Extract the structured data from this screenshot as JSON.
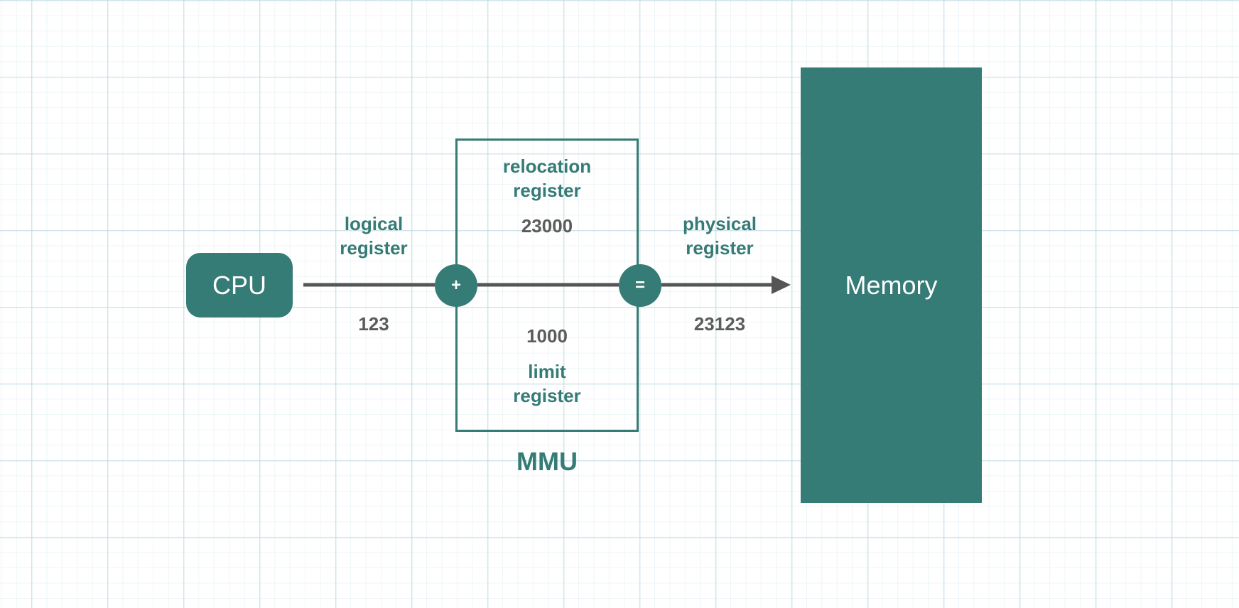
{
  "cpu": {
    "label": "CPU"
  },
  "memory": {
    "label": "Memory"
  },
  "mmu": {
    "title": "MMU",
    "relocation_label": "relocation\nregister",
    "relocation_value": "23000",
    "limit_label": "limit\nregister",
    "limit_value": "1000",
    "add_symbol": "+",
    "equals_symbol": "="
  },
  "logical": {
    "label": "logical\nregister",
    "value": "123"
  },
  "physical": {
    "label": "physical\nregister",
    "value": "23123"
  },
  "colors": {
    "accent": "#357b76",
    "value_text": "#5c5c5c",
    "wire": "#555555",
    "grid": "#dcebee"
  }
}
